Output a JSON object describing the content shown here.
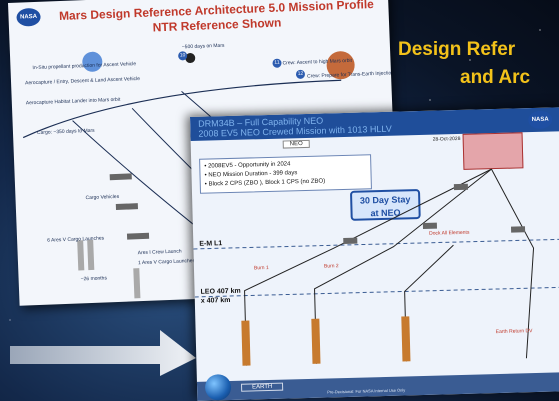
{
  "slide_title": {
    "line1": "Design Refer",
    "line2": "and Arc"
  },
  "back_slide": {
    "title_line1": "Mars Design Reference Architecture 5.0 Mission Profile",
    "title_line2": "NTR Reference Shown",
    "nasa": "NASA",
    "labels": {
      "ascent": "In-Situ propellant production for Ascent Vehicle",
      "aerocapture": "Aerocapture / Entry, Descent & Land Ascent Vehicle",
      "habitat": "Aerocapture Habitat Lander into Mars orbit",
      "days500": "~500 days on Mars",
      "crew_ascent": "Crew: Ascent to high Mars orbit",
      "crew_prepare": "Crew: Prepare for Trans-Earth Injection",
      "cargo": "Cargo: ~350 days to Mars",
      "cargo_vehicles": "Cargo Vehicles",
      "ares1": "Ares I Crew Launch",
      "ares5_crew": "1 Ares V Cargo Launches",
      "ares5": "6 Ares V Cargo Launches",
      "months": "~26 months"
    },
    "numbers": [
      "10",
      "11",
      "12"
    ]
  },
  "front_slide": {
    "title_line1": "DRM34B – Full Capability NEO",
    "title_line2": "2008 EV5 NEO Crewed Mission with 1013 HLLV",
    "neo_box": "NEO",
    "date": "28-Oct-2028",
    "bullets": [
      "• 2008EV5 - Opportunity in 2024",
      "• NEO Mission Duration - 399 days",
      "• Block 2 CPS (ZBO ), Block 1 CPS (no ZBO)"
    ],
    "stay_line1": "30 Day Stay",
    "stay_line2": "at NEO",
    "levels": {
      "eml1": "E-M L1",
      "leo": "LEO 407 km",
      "leo2": "x 407 km"
    },
    "red_labels": {
      "dock": "Dock All Elements",
      "burn1": "Burn 1",
      "burn2": "Burn 2",
      "earth_return": "Earth Return DV"
    },
    "earth": "EARTH",
    "footer": "Pre-Decisional: For NASA Internal Use Only"
  },
  "colors": {
    "accent": "#f3c21a",
    "header": "#1f4e9a"
  }
}
